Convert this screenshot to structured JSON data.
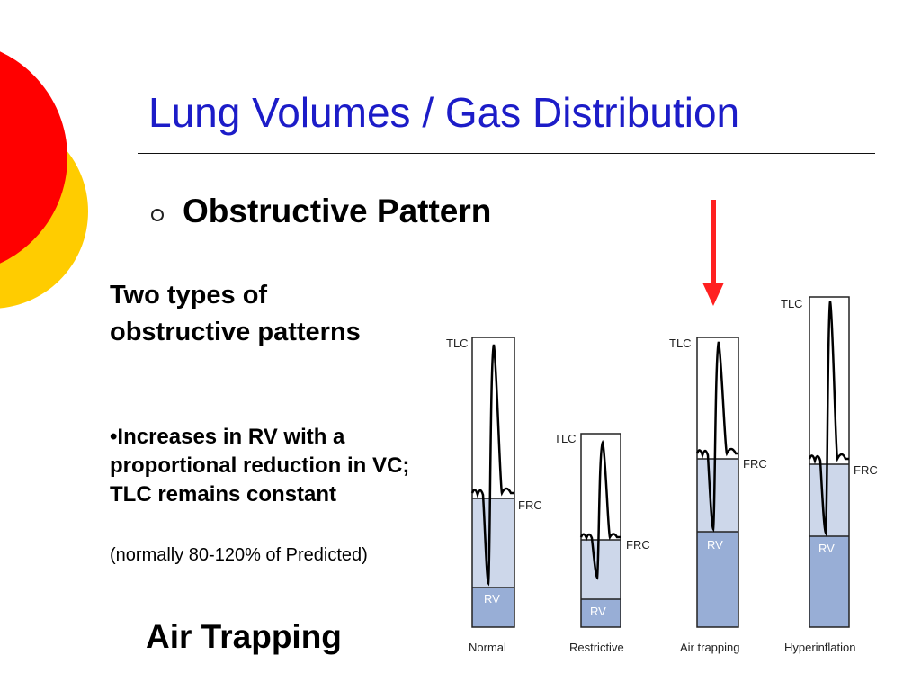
{
  "title": "Lung Volumes / Gas Distribution",
  "heading": "Obstructive Pattern",
  "types_text": "Two types of obstructive patterns",
  "body_bullet": "•Increases in RV with a proportional reduction in VC; TLC remains constant",
  "body_note": "(normally 80-120% of Predicted)",
  "footer_label": "Air Trapping",
  "colors": {
    "title": "#1c1cc8",
    "circle_red": "#ff0000",
    "circle_yellow": "#ffcc00",
    "arrow": "#ff2020",
    "frc_fill": "#cdd7ea",
    "rv_fill": "#98aed6"
  },
  "diagram": {
    "panels": [
      {
        "name": "Normal",
        "tlc": "TLC",
        "frc": "FRC",
        "rv": "RV"
      },
      {
        "name": "Restrictive",
        "tlc": "TLC",
        "frc": "FRC",
        "rv": "RV"
      },
      {
        "name": "Air trapping",
        "tlc": "TLC",
        "frc": "FRC",
        "rv": "RV"
      },
      {
        "name": "Hyperinflation",
        "tlc": "TLC",
        "frc": "FRC",
        "rv": "RV"
      }
    ]
  }
}
